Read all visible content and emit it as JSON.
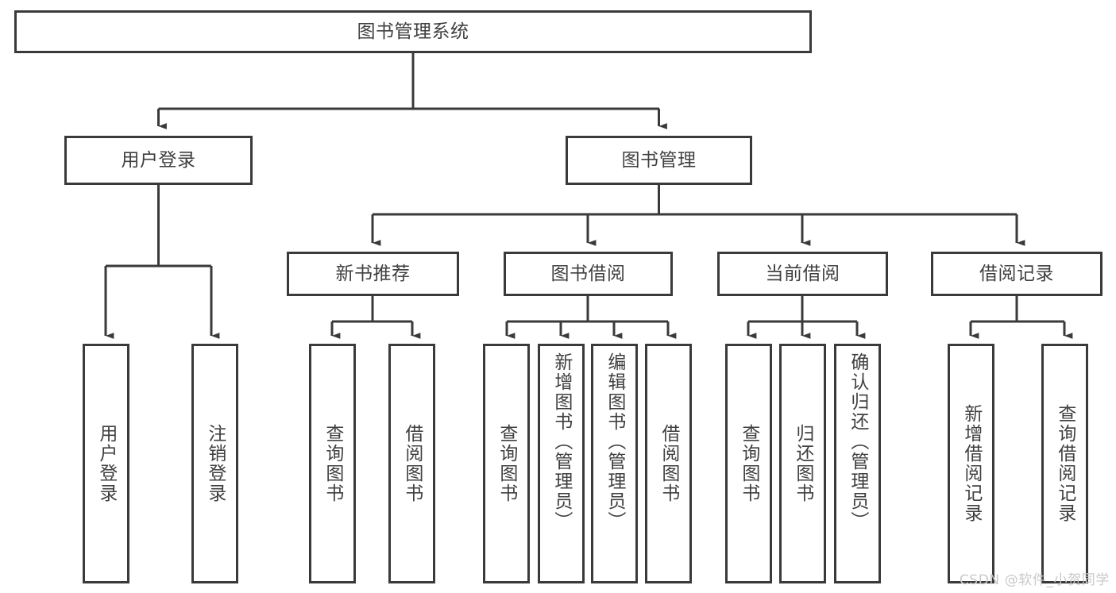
{
  "diagram": {
    "title": "图书管理系统",
    "type": "hierarchy-tree",
    "watermark": "CSDN @软件_小贺同学",
    "colors": {
      "stroke": "#3a3a3a",
      "text": "#404040",
      "background": "#ffffff",
      "watermark": "#c9c9c9"
    },
    "root": {
      "label": "图书管理系统"
    },
    "level1": [
      {
        "label": "用户登录"
      },
      {
        "label": "图书管理"
      }
    ],
    "level2": [
      {
        "label": "新书推荐"
      },
      {
        "label": "图书借阅"
      },
      {
        "label": "当前借阅"
      },
      {
        "label": "借阅记录"
      }
    ],
    "leaves": {
      "user_login": [
        {
          "label": "用户登录"
        },
        {
          "label": "注销登录"
        }
      ],
      "new_book": [
        {
          "label": "查询图书"
        },
        {
          "label": "借阅图书"
        }
      ],
      "book_borrow": [
        {
          "label": "查询图书"
        },
        {
          "label": "新增图书（管理员）"
        },
        {
          "label": "编辑图书（管理员）"
        },
        {
          "label": "借阅图书"
        }
      ],
      "current_borrow": [
        {
          "label": "查询图书"
        },
        {
          "label": "归还图书"
        },
        {
          "label": "确认归还（管理员）"
        }
      ],
      "borrow_record": [
        {
          "label": "新增借阅记录"
        },
        {
          "label": "查询借阅记录"
        }
      ]
    }
  }
}
